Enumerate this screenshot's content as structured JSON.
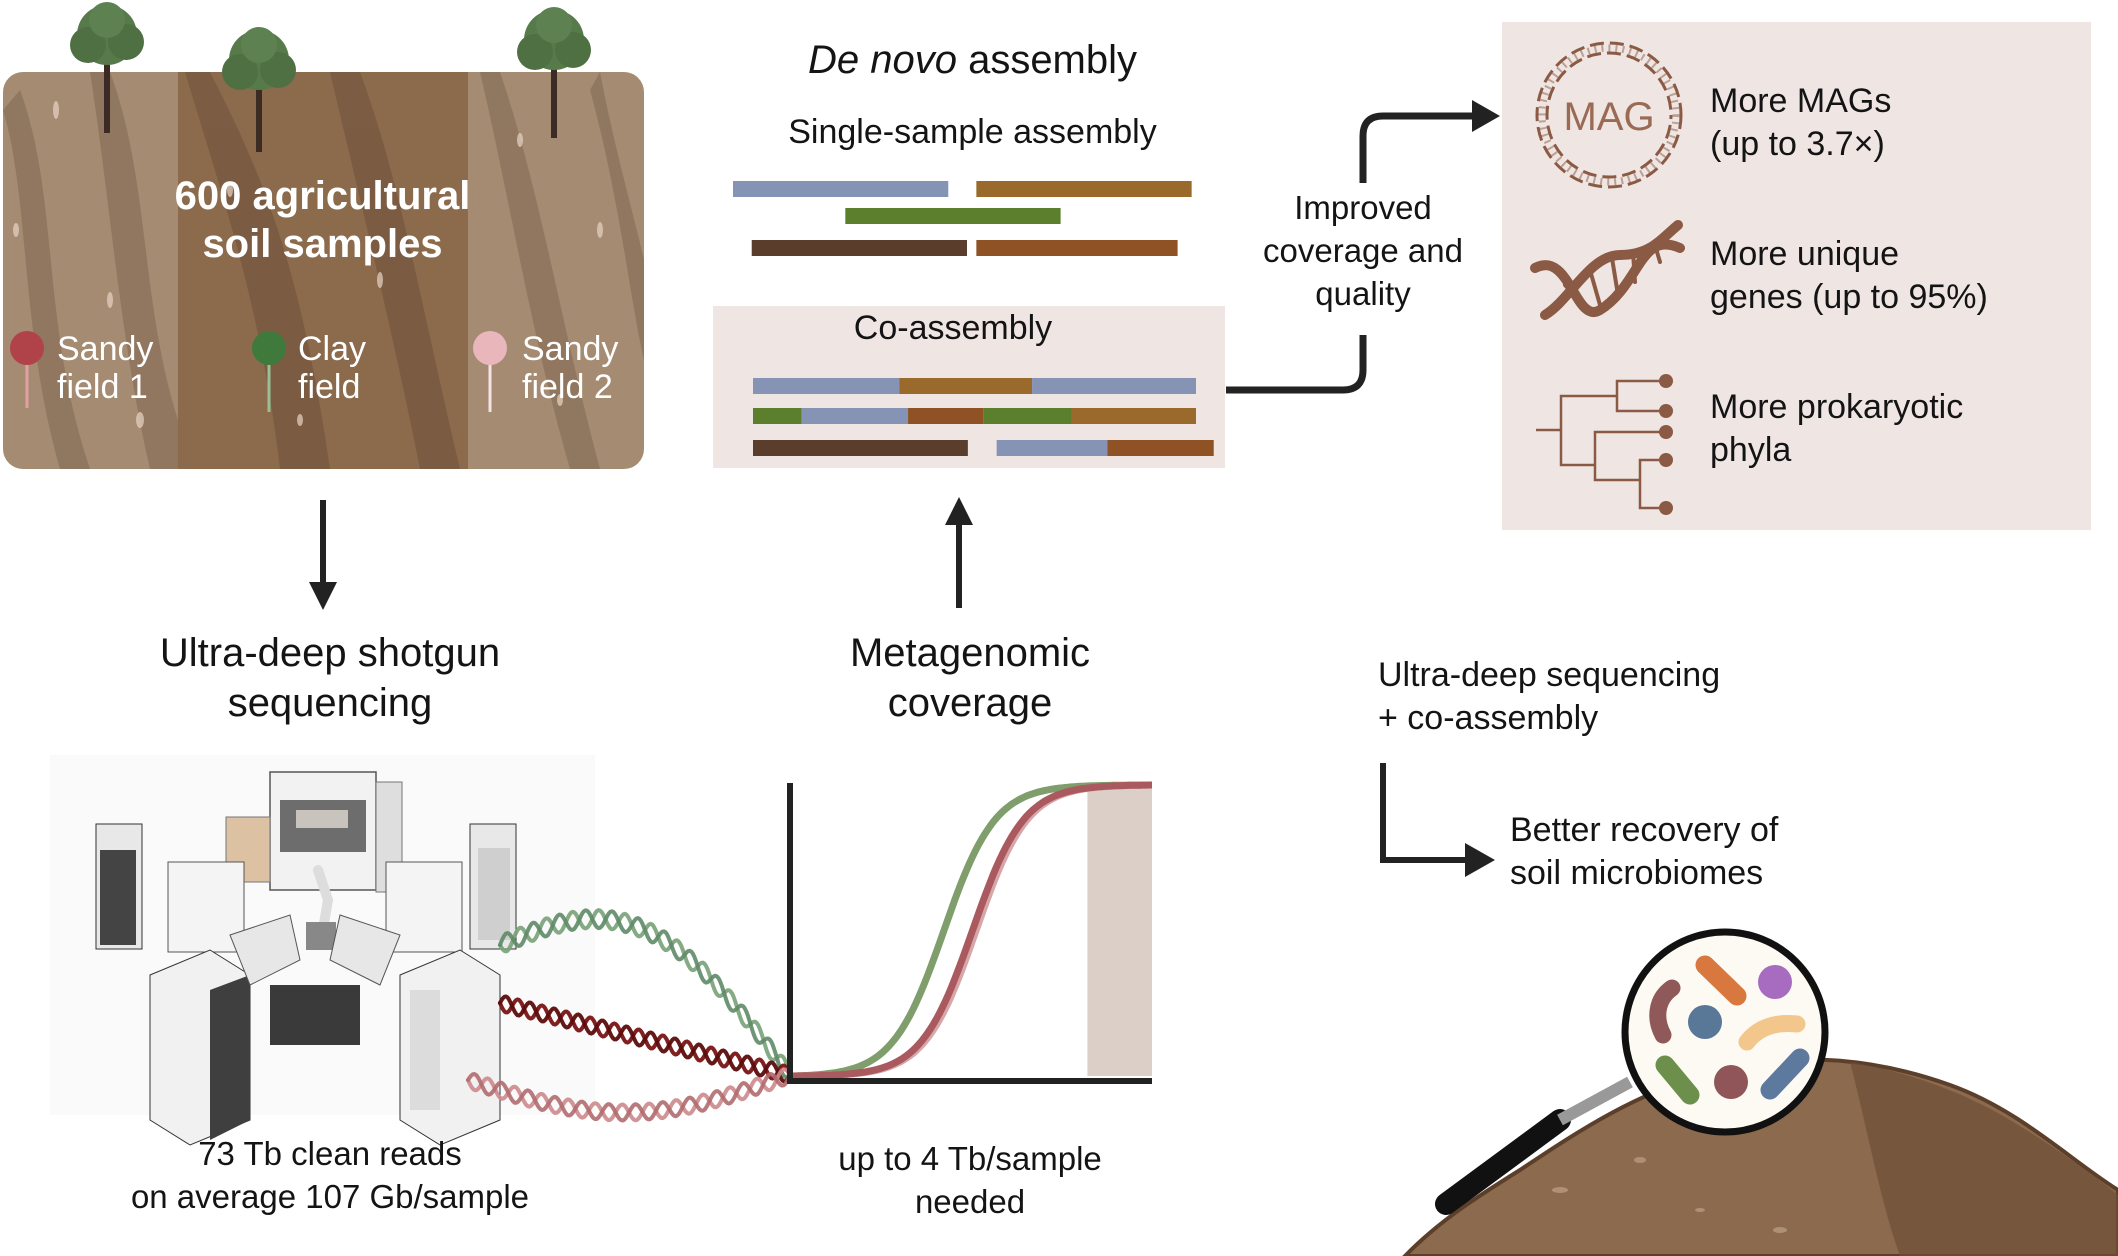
{
  "soil_panel": {
    "title_line1": "600 agricultural",
    "title_line2": "soil samples",
    "fields": [
      {
        "line1": "Sandy",
        "line2": "field 1",
        "pin_color": "#b0424a"
      },
      {
        "line1": "Clay",
        "line2": "field",
        "pin_color": "#3f7a3c"
      },
      {
        "line1": "Sandy",
        "line2": "field 2",
        "pin_color": "#e9b6bb"
      }
    ]
  },
  "sequencing": {
    "title_line1": "Ultra-deep shotgun",
    "title_line2": "sequencing",
    "caption_line1": "73 Tb clean reads",
    "caption_line2": "on average 107 Gb/sample"
  },
  "assembly": {
    "title_italic": "De novo",
    "title_rest": " assembly",
    "single_label": "Single-sample assembly",
    "co_label": "Co-assembly",
    "colors": {
      "blue": "#8593b5",
      "ochre": "#9a6a2c",
      "green": "#5c7f2e",
      "darkbrown": "#5b3d2c",
      "rust": "#8f5224"
    },
    "single_rows": [
      [
        {
          "color": "blue",
          "start": 0.0,
          "end": 0.46
        },
        {
          "color": "ochre",
          "start": 0.52,
          "end": 0.98
        }
      ],
      [
        {
          "color": "green",
          "start": 0.24,
          "end": 0.7
        }
      ],
      [
        {
          "color": "darkbrown",
          "start": 0.04,
          "end": 0.5
        },
        {
          "color": "rust",
          "start": 0.52,
          "end": 0.95
        }
      ]
    ],
    "co_rows": [
      [
        {
          "color": "blue",
          "start": 0.0,
          "end": 0.33
        },
        {
          "color": "ochre",
          "start": 0.33,
          "end": 0.63
        },
        {
          "color": "blue",
          "start": 0.63,
          "end": 1.0
        }
      ],
      [
        {
          "color": "green",
          "start": 0.0,
          "end": 0.11
        },
        {
          "color": "blue",
          "start": 0.11,
          "end": 0.35
        },
        {
          "color": "rust",
          "start": 0.35,
          "end": 0.52
        },
        {
          "color": "green",
          "start": 0.52,
          "end": 0.72
        },
        {
          "color": "ochre",
          "start": 0.72,
          "end": 1.0
        }
      ],
      [
        {
          "color": "darkbrown",
          "start": 0.0,
          "end": 0.485
        },
        {
          "color": "blue",
          "start": 0.55,
          "end": 0.8
        },
        {
          "color": "rust",
          "start": 0.8,
          "end": 1.04
        }
      ]
    ]
  },
  "connector": {
    "line1": "Improved",
    "line2": "coverage and",
    "line3": "quality"
  },
  "outcomes": {
    "mag_icon_text": "MAG",
    "items": [
      {
        "icon": "circular-genome-icon",
        "line1": "More MAGs",
        "line2": "(up to 3.7×)"
      },
      {
        "icon": "dna-helix-icon",
        "line1": "More unique",
        "line2": "genes (up to 95%)"
      },
      {
        "icon": "phylogenetic-tree-icon",
        "line1": "More prokaryotic",
        "line2": "phyla"
      }
    ],
    "icon_color": "#8a5a45",
    "panel_color": "#efe6e3"
  },
  "coverage": {
    "title_line1": "Metagenomic",
    "title_line2": "coverage",
    "caption_line1": "up to 4 Tb/sample",
    "caption_line2": "needed"
  },
  "chart_data": {
    "type": "line",
    "title": "Metagenomic coverage",
    "xlabel": "",
    "ylabel": "",
    "xlim": [
      0,
      1
    ],
    "ylim": [
      0,
      1
    ],
    "grid": false,
    "shaded_region": {
      "x_start": 0.82,
      "x_end": 1.0,
      "color": "#dccfc8"
    },
    "series": [
      {
        "name": "Clay field",
        "color": "#7f9e6c",
        "midpoint": 0.42,
        "steepness": 14
      },
      {
        "name": "Sandy field 2",
        "color": "#d7a6a8",
        "midpoint": 0.51,
        "steepness": 14
      },
      {
        "name": "Sandy field 1",
        "color": "#aa5a5e",
        "midpoint": 0.5,
        "steepness": 14
      }
    ]
  },
  "summary": {
    "line1": "Ultra-deep sequencing",
    "line2": "+ co-assembly",
    "result_line1": "Better recovery of",
    "result_line2": "soil microbiomes"
  }
}
